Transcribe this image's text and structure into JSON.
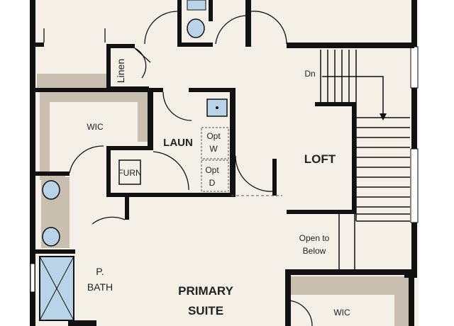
{
  "colors": {
    "floor": "#f4f0e8",
    "outside": "#ffffff",
    "wall": "#111111",
    "closet_band": "#c8bfb0",
    "glass": "#b9d3e8",
    "fixture": "#7e8e9e"
  },
  "rooms": {
    "loft": "LOFT",
    "laundry": "LAUN",
    "primary_suite_line1": "PRIMARY",
    "primary_suite_line2": "SUITE",
    "primary_bath_line1": "P.",
    "primary_bath_line2": "BATH",
    "wic_upper": "WIC",
    "wic_lower": "WIC",
    "furnace": "FURN",
    "linen": "Linen"
  },
  "labels": {
    "stair_down": "Dn",
    "opt_washer_line1": "Opt",
    "opt_washer_line2": "W",
    "opt_dryer_line1": "Opt",
    "opt_dryer_line2": "D",
    "open_below_line1": "Open to",
    "open_below_line2": "Below"
  }
}
